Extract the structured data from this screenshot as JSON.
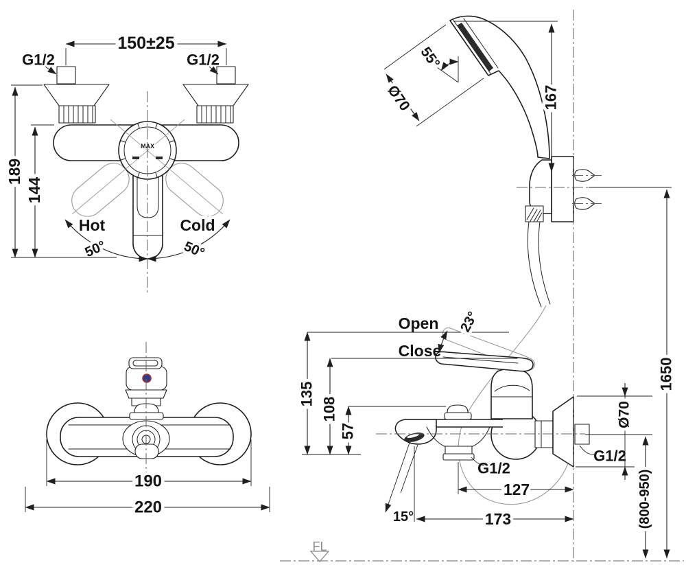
{
  "front_view": {
    "dim_width": "150±25",
    "thread_left": "G1/2",
    "thread_right": "G1/2",
    "dim_height_total": "189",
    "dim_height_handle": "144",
    "label_hot": "Hot",
    "label_cold": "Cold",
    "dim_swing_left": "50°",
    "dim_swing_right": "50°",
    "handle_mark": "MAX"
  },
  "shower_unit": {
    "dim_head_angle": "55°",
    "dim_head_diameter": "Ø70",
    "dim_head_height": "167"
  },
  "side_view": {
    "label_open": "Open",
    "label_close": "Close",
    "dim_lever_angle": "23°",
    "dim_height_open": "135",
    "dim_height_close": "108",
    "dim_height_body": "57",
    "label_outlet_thread": "G1/2",
    "dim_outlet_to_wall": "127",
    "dim_spout_to_wall": "173",
    "dim_spout_angle": "15°",
    "dim_flange_diameter": "Ø70",
    "label_wall_thread": "G1/2",
    "dim_mounting_height": "(800-950)",
    "dim_shower_top_height": "1650"
  },
  "bottom_view": {
    "dim_escutcheon_width": "190",
    "dim_overall_width": "220"
  },
  "floor": {
    "label": "FL"
  }
}
